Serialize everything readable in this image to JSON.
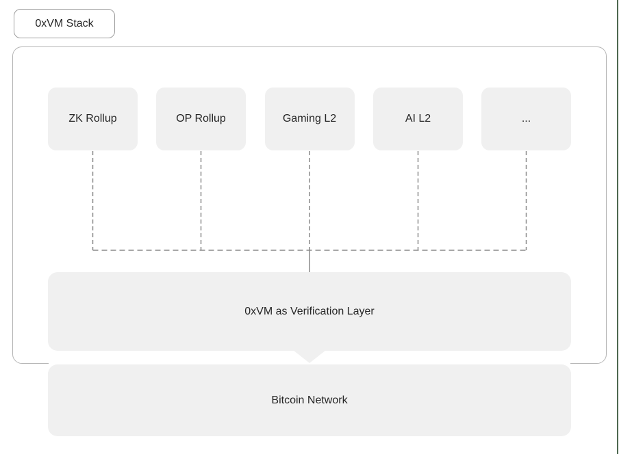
{
  "header": {
    "stack_label": "0xVM Stack"
  },
  "diagram": {
    "l2_boxes": [
      {
        "label": "ZK Rollup"
      },
      {
        "label": "OP Rollup"
      },
      {
        "label": "Gaming L2"
      },
      {
        "label": "AI L2"
      },
      {
        "label": "..."
      }
    ],
    "verification_layer": {
      "label": "0xVM as Verification Layer"
    },
    "bitcoin_network": {
      "label": "Bitcoin Network"
    }
  },
  "colors": {
    "box_fill": "#f0f0f0",
    "connector": "#8a8a8a",
    "container_border": "#b5b5b5",
    "text": "#262626",
    "accent_edge": "#4d6850"
  }
}
